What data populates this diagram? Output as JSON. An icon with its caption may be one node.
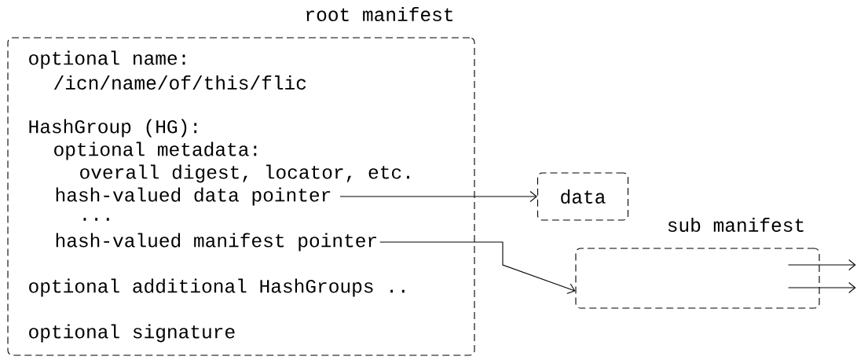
{
  "diagram": {
    "nodes": [
      {
        "text": [
          "root manifest",
          "optional name:",
          "/icn/name/of/this/flic",
          "HashGroup (HG):",
          "optional metadata:",
          "overall digest, locator, etc.",
          "...",
          "optional additional HashGroups ..",
          "optional signature"
        ]
      },
      {
        "text": [
          "hash-valued data pointer"
        ],
        "in": 0
      },
      {
        "text": [
          "hash-valued manifest pointer"
        ],
        "in": 0
      },
      {
        "text": [
          "data"
        ]
      },
      {
        "text": [
          "sub manifest"
        ]
      }
    ],
    "edges": [
      {
        "from": 1,
        "to": 3,
        "arrow": "to"
      },
      {
        "from": 2,
        "to": 4,
        "arrow": "to"
      },
      {
        "from": 4,
        "to": null,
        "arrow": "to"
      },
      {
        "from": 4,
        "to": null,
        "arrow": "to"
      }
    ]
  }
}
